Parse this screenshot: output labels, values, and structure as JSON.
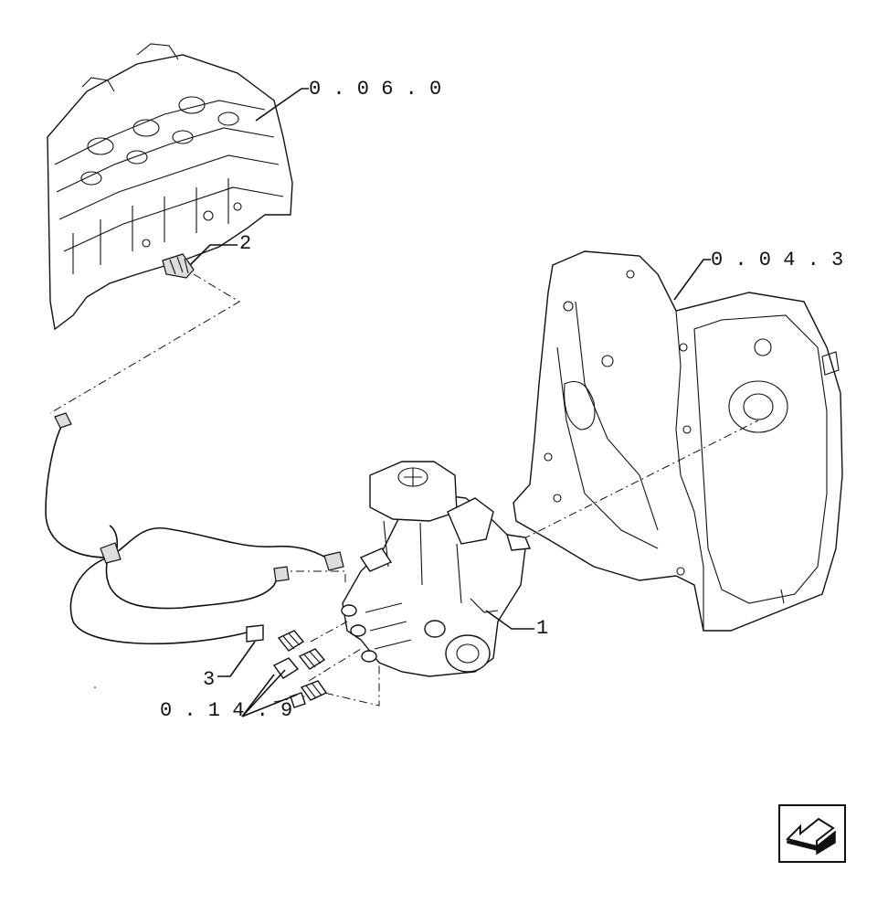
{
  "references": {
    "cylinder_head": "0 . 0 6 . 0",
    "timing_cover": "0 . 0 4 . 3",
    "fittings": "0 . 1 4 . 9"
  },
  "callouts": {
    "pump": "1",
    "sensor": "2",
    "connector": "3"
  },
  "nav": {
    "icon": "arrow-back-icon"
  }
}
